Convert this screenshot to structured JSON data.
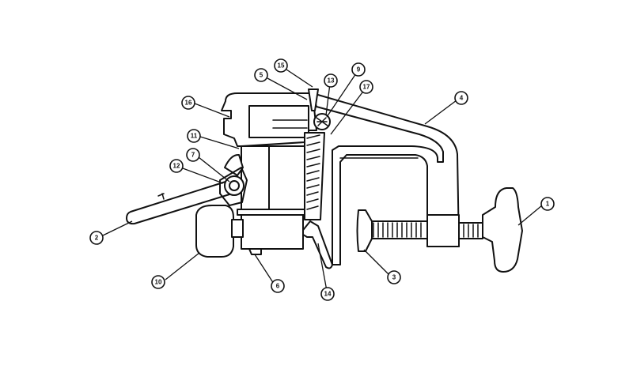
{
  "diagram": {
    "type": "exploded-parts-illustration",
    "callouts": [
      {
        "id": "c15",
        "label": "15"
      },
      {
        "id": "c5",
        "label": "5"
      },
      {
        "id": "c13",
        "label": "13"
      },
      {
        "id": "c9",
        "label": "9"
      },
      {
        "id": "c17",
        "label": "17"
      },
      {
        "id": "c4",
        "label": "4"
      },
      {
        "id": "c16",
        "label": "16"
      },
      {
        "id": "c11",
        "label": "11"
      },
      {
        "id": "c7",
        "label": "7"
      },
      {
        "id": "c12",
        "label": "12"
      },
      {
        "id": "c1",
        "label": "1"
      },
      {
        "id": "c2",
        "label": "2"
      },
      {
        "id": "c10",
        "label": "10"
      },
      {
        "id": "c6",
        "label": "6"
      },
      {
        "id": "c14",
        "label": "14"
      },
      {
        "id": "c3",
        "label": "3"
      }
    ]
  }
}
